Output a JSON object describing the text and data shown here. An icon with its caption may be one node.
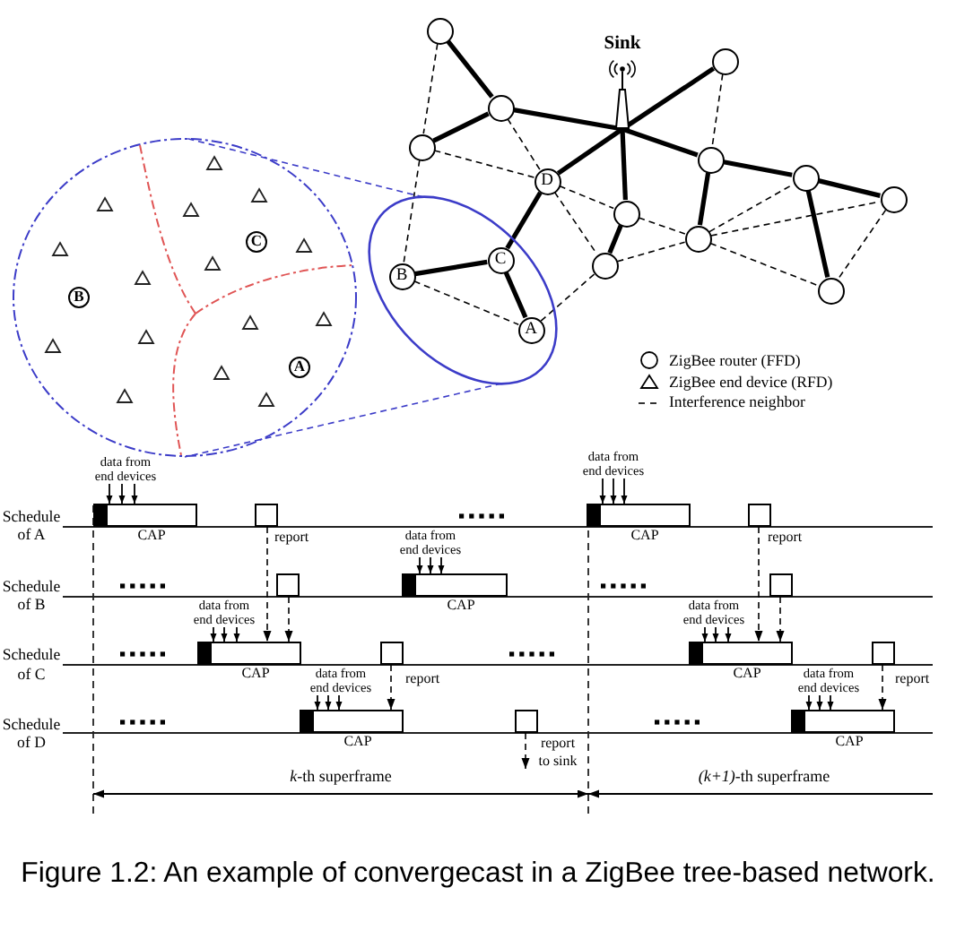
{
  "diagram": {
    "caption": "Figure 1.2: An example of convergecast in a ZigBee tree-based network.",
    "nodes": [
      {
        "text": [],
        "shape": "circle"
      },
      {
        "text": [
          "Sink"
        ]
      },
      {
        "text": [],
        "shape": "circle"
      },
      {
        "text": [],
        "shape": "circle"
      },
      {
        "text": [],
        "shape": "circle"
      },
      {
        "text": [],
        "shape": "circle"
      },
      {
        "text": [],
        "shape": "circle"
      },
      {
        "text": [
          "D"
        ]
      },
      {
        "text": [],
        "shape": "circle"
      },
      {
        "text": [],
        "shape": "circle"
      },
      {
        "text": [],
        "shape": "circle"
      },
      {
        "text": [],
        "shape": "circle"
      },
      {
        "text": [],
        "shape": "circle"
      },
      {
        "text": [],
        "shape": "ellipse"
      },
      {
        "text": [
          "C"
        ],
        "in": 13
      },
      {
        "text": [
          "B"
        ],
        "in": 13
      },
      {
        "text": [
          "A"
        ],
        "in": 13
      },
      {
        "text": [],
        "shape": "circle"
      },
      {
        "text": [],
        "shape": "triangle",
        "in": 17
      },
      {
        "text": [],
        "shape": "triangle",
        "in": 17
      },
      {
        "text": [],
        "shape": "triangle",
        "in": 17
      },
      {
        "text": [],
        "shape": "triangle",
        "in": 17
      },
      {
        "text": [
          "C"
        ],
        "in": 17
      },
      {
        "text": [],
        "shape": "triangle",
        "in": 17
      },
      {
        "text": [],
        "shape": "triangle",
        "in": 17
      },
      {
        "text": [],
        "shape": "triangle",
        "in": 17
      },
      {
        "text": [],
        "shape": "triangle",
        "in": 17
      },
      {
        "text": [
          "B"
        ],
        "in": 17
      },
      {
        "text": [],
        "shape": "triangle",
        "in": 17
      },
      {
        "text": [],
        "shape": "triangle",
        "in": 17
      },
      {
        "text": [],
        "shape": "triangle",
        "in": 17
      },
      {
        "text": [],
        "shape": "triangle",
        "in": 17
      },
      {
        "text": [
          "A"
        ],
        "in": 17
      },
      {
        "text": [],
        "shape": "triangle",
        "in": 17
      },
      {
        "text": [],
        "shape": "triangle",
        "in": 17
      },
      {
        "text": [],
        "shape": "triangle",
        "in": 17
      },
      {
        "text": [
          "data from end devices"
        ]
      },
      {
        "text": [
          "CAP"
        ]
      },
      {
        "text": [],
        "shape": "box"
      },
      {
        "text": [
          "data from end devices"
        ]
      },
      {
        "text": [
          "CAP"
        ]
      },
      {
        "text": [],
        "shape": "box"
      },
      {
        "text": [],
        "shape": "box"
      },
      {
        "text": [
          "data from end devices"
        ]
      },
      {
        "text": [
          "CAP"
        ]
      },
      {
        "text": [],
        "shape": "box"
      },
      {
        "text": [
          "data from end devices"
        ]
      },
      {
        "text": [
          "CAP"
        ]
      },
      {
        "text": [],
        "shape": "box"
      },
      {
        "text": [
          "data from end devices"
        ]
      },
      {
        "text": [
          "CAP"
        ]
      },
      {
        "text": [],
        "shape": "box"
      },
      {
        "text": [
          "data from end devices"
        ]
      },
      {
        "text": [
          "CAP"
        ]
      },
      {
        "text": [],
        "shape": "box"
      },
      {
        "text": [
          "data from end devices"
        ]
      },
      {
        "text": [
          "CAP"
        ]
      }
    ],
    "edges": [
      {
        "from": 0,
        "to": 3,
        "arrow": "none",
        "style": "thick"
      },
      {
        "from": 3,
        "to": 4,
        "arrow": "none",
        "style": "thick"
      },
      {
        "from": 3,
        "to": 1,
        "arrow": "none",
        "style": "thick"
      },
      {
        "from": 1,
        "to": 2,
        "arrow": "none",
        "style": "thick"
      },
      {
        "from": 1,
        "to": 7,
        "arrow": "none",
        "style": "thick"
      },
      {
        "from": 1,
        "to": 9,
        "arrow": "none",
        "style": "thick"
      },
      {
        "from": 1,
        "to": 5,
        "arrow": "none",
        "style": "thick"
      },
      {
        "from": 5,
        "to": 6,
        "arrow": "none",
        "style": "thick"
      },
      {
        "from": 6,
        "to": 8,
        "arrow": "none",
        "style": "thick"
      },
      {
        "from": 6,
        "to": 12,
        "arrow": "none",
        "style": "thick"
      },
      {
        "from": 5,
        "to": 10,
        "arrow": "none",
        "style": "thick"
      },
      {
        "from": 9,
        "to": 11,
        "arrow": "none",
        "style": "thick"
      },
      {
        "from": 7,
        "to": 14,
        "arrow": "none",
        "style": "thick"
      },
      {
        "from": 14,
        "to": 15,
        "arrow": "none",
        "style": "thick"
      },
      {
        "from": 14,
        "to": 16,
        "arrow": "none",
        "style": "thick"
      },
      {
        "from": 0,
        "to": 4,
        "arrow": "none",
        "style": "dashed"
      },
      {
        "from": 3,
        "to": 7,
        "arrow": "none",
        "style": "dashed"
      },
      {
        "from": 4,
        "to": 7,
        "arrow": "none",
        "style": "dashed"
      },
      {
        "from": 4,
        "to": 15,
        "arrow": "none",
        "style": "dashed"
      },
      {
        "from": 7,
        "to": 9,
        "arrow": "none",
        "style": "dashed"
      },
      {
        "from": 7,
        "to": 11,
        "arrow": "none",
        "style": "dashed"
      },
      {
        "from": 2,
        "to": 5,
        "arrow": "none",
        "style": "dashed"
      },
      {
        "from": 9,
        "to": 10,
        "arrow": "none",
        "style": "dashed"
      },
      {
        "from": 11,
        "to": 10,
        "arrow": "none",
        "style": "dashed"
      },
      {
        "from": 10,
        "to": 6,
        "arrow": "none",
        "style": "dashed"
      },
      {
        "from": 10,
        "to": 8,
        "arrow": "none",
        "style": "dashed"
      },
      {
        "from": 10,
        "to": 12,
        "arrow": "none",
        "style": "dashed"
      },
      {
        "from": 8,
        "to": 12,
        "arrow": "none",
        "style": "dashed"
      },
      {
        "from": 15,
        "to": 16,
        "arrow": "none",
        "style": "dashed"
      },
      {
        "from": 16,
        "to": 11,
        "arrow": "none",
        "style": "dashed"
      },
      {
        "from": 13,
        "to": 17,
        "arrow": "none",
        "style": "dashed",
        "color": "#3c3cc8"
      },
      {
        "from": 13,
        "to": 17,
        "arrow": "none",
        "style": "dashed",
        "color": "#3c3cc8"
      },
      {
        "from": 36,
        "to": 37,
        "arrow": "to"
      },
      {
        "from": 36,
        "to": 37,
        "arrow": "to"
      },
      {
        "from": 36,
        "to": 37,
        "arrow": "to"
      },
      {
        "from": 39,
        "to": 40,
        "arrow": "to"
      },
      {
        "from": 39,
        "to": 40,
        "arrow": "to"
      },
      {
        "from": 39,
        "to": 40,
        "arrow": "to"
      },
      {
        "from": 43,
        "to": 44,
        "arrow": "to"
      },
      {
        "from": 43,
        "to": 44,
        "arrow": "to"
      },
      {
        "from": 43,
        "to": 44,
        "arrow": "to"
      },
      {
        "from": 46,
        "to": 47,
        "arrow": "to"
      },
      {
        "from": 46,
        "to": 47,
        "arrow": "to"
      },
      {
        "from": 46,
        "to": 47,
        "arrow": "to"
      },
      {
        "from": 49,
        "to": 50,
        "arrow": "to"
      },
      {
        "from": 49,
        "to": 50,
        "arrow": "to"
      },
      {
        "from": 49,
        "to": 50,
        "arrow": "to"
      },
      {
        "from": 52,
        "to": 53,
        "arrow": "to"
      },
      {
        "from": 52,
        "to": 53,
        "arrow": "to"
      },
      {
        "from": 52,
        "to": 53,
        "arrow": "to"
      },
      {
        "from": 55,
        "to": 56,
        "arrow": "to"
      },
      {
        "from": 55,
        "to": 56,
        "arrow": "to"
      },
      {
        "from": 55,
        "to": 56,
        "arrow": "to"
      },
      {
        "from": 38,
        "to": 47,
        "arrow": "to",
        "style": "dashed",
        "label": "report"
      },
      {
        "from": 42,
        "to": 47,
        "arrow": "to",
        "style": "dashed"
      },
      {
        "from": 48,
        "to": 53,
        "arrow": "to",
        "style": "dashed",
        "label": "report"
      },
      {
        "from": 54,
        "to": null,
        "arrow": "to",
        "style": "dashed",
        "label": "report to sink"
      },
      {
        "from": 41,
        "to": 50,
        "arrow": "to",
        "style": "dashed",
        "label": "report"
      },
      {
        "from": 45,
        "to": 50,
        "arrow": "to",
        "style": "dashed"
      },
      {
        "from": 51,
        "to": 56,
        "arrow": "to",
        "style": "dashed",
        "label": "report"
      }
    ],
    "labels": [
      "Schedule of A",
      "Schedule of B",
      "Schedule of C",
      "Schedule of D",
      "*k*-th superframe",
      "*(k+1)*-th superframe"
    ],
    "legend": [
      {
        "text": "ZigBee router (FFD)"
      },
      {
        "text": "ZigBee end device (RFD)"
      },
      {
        "text": "Interference neighbor"
      }
    ]
  }
}
